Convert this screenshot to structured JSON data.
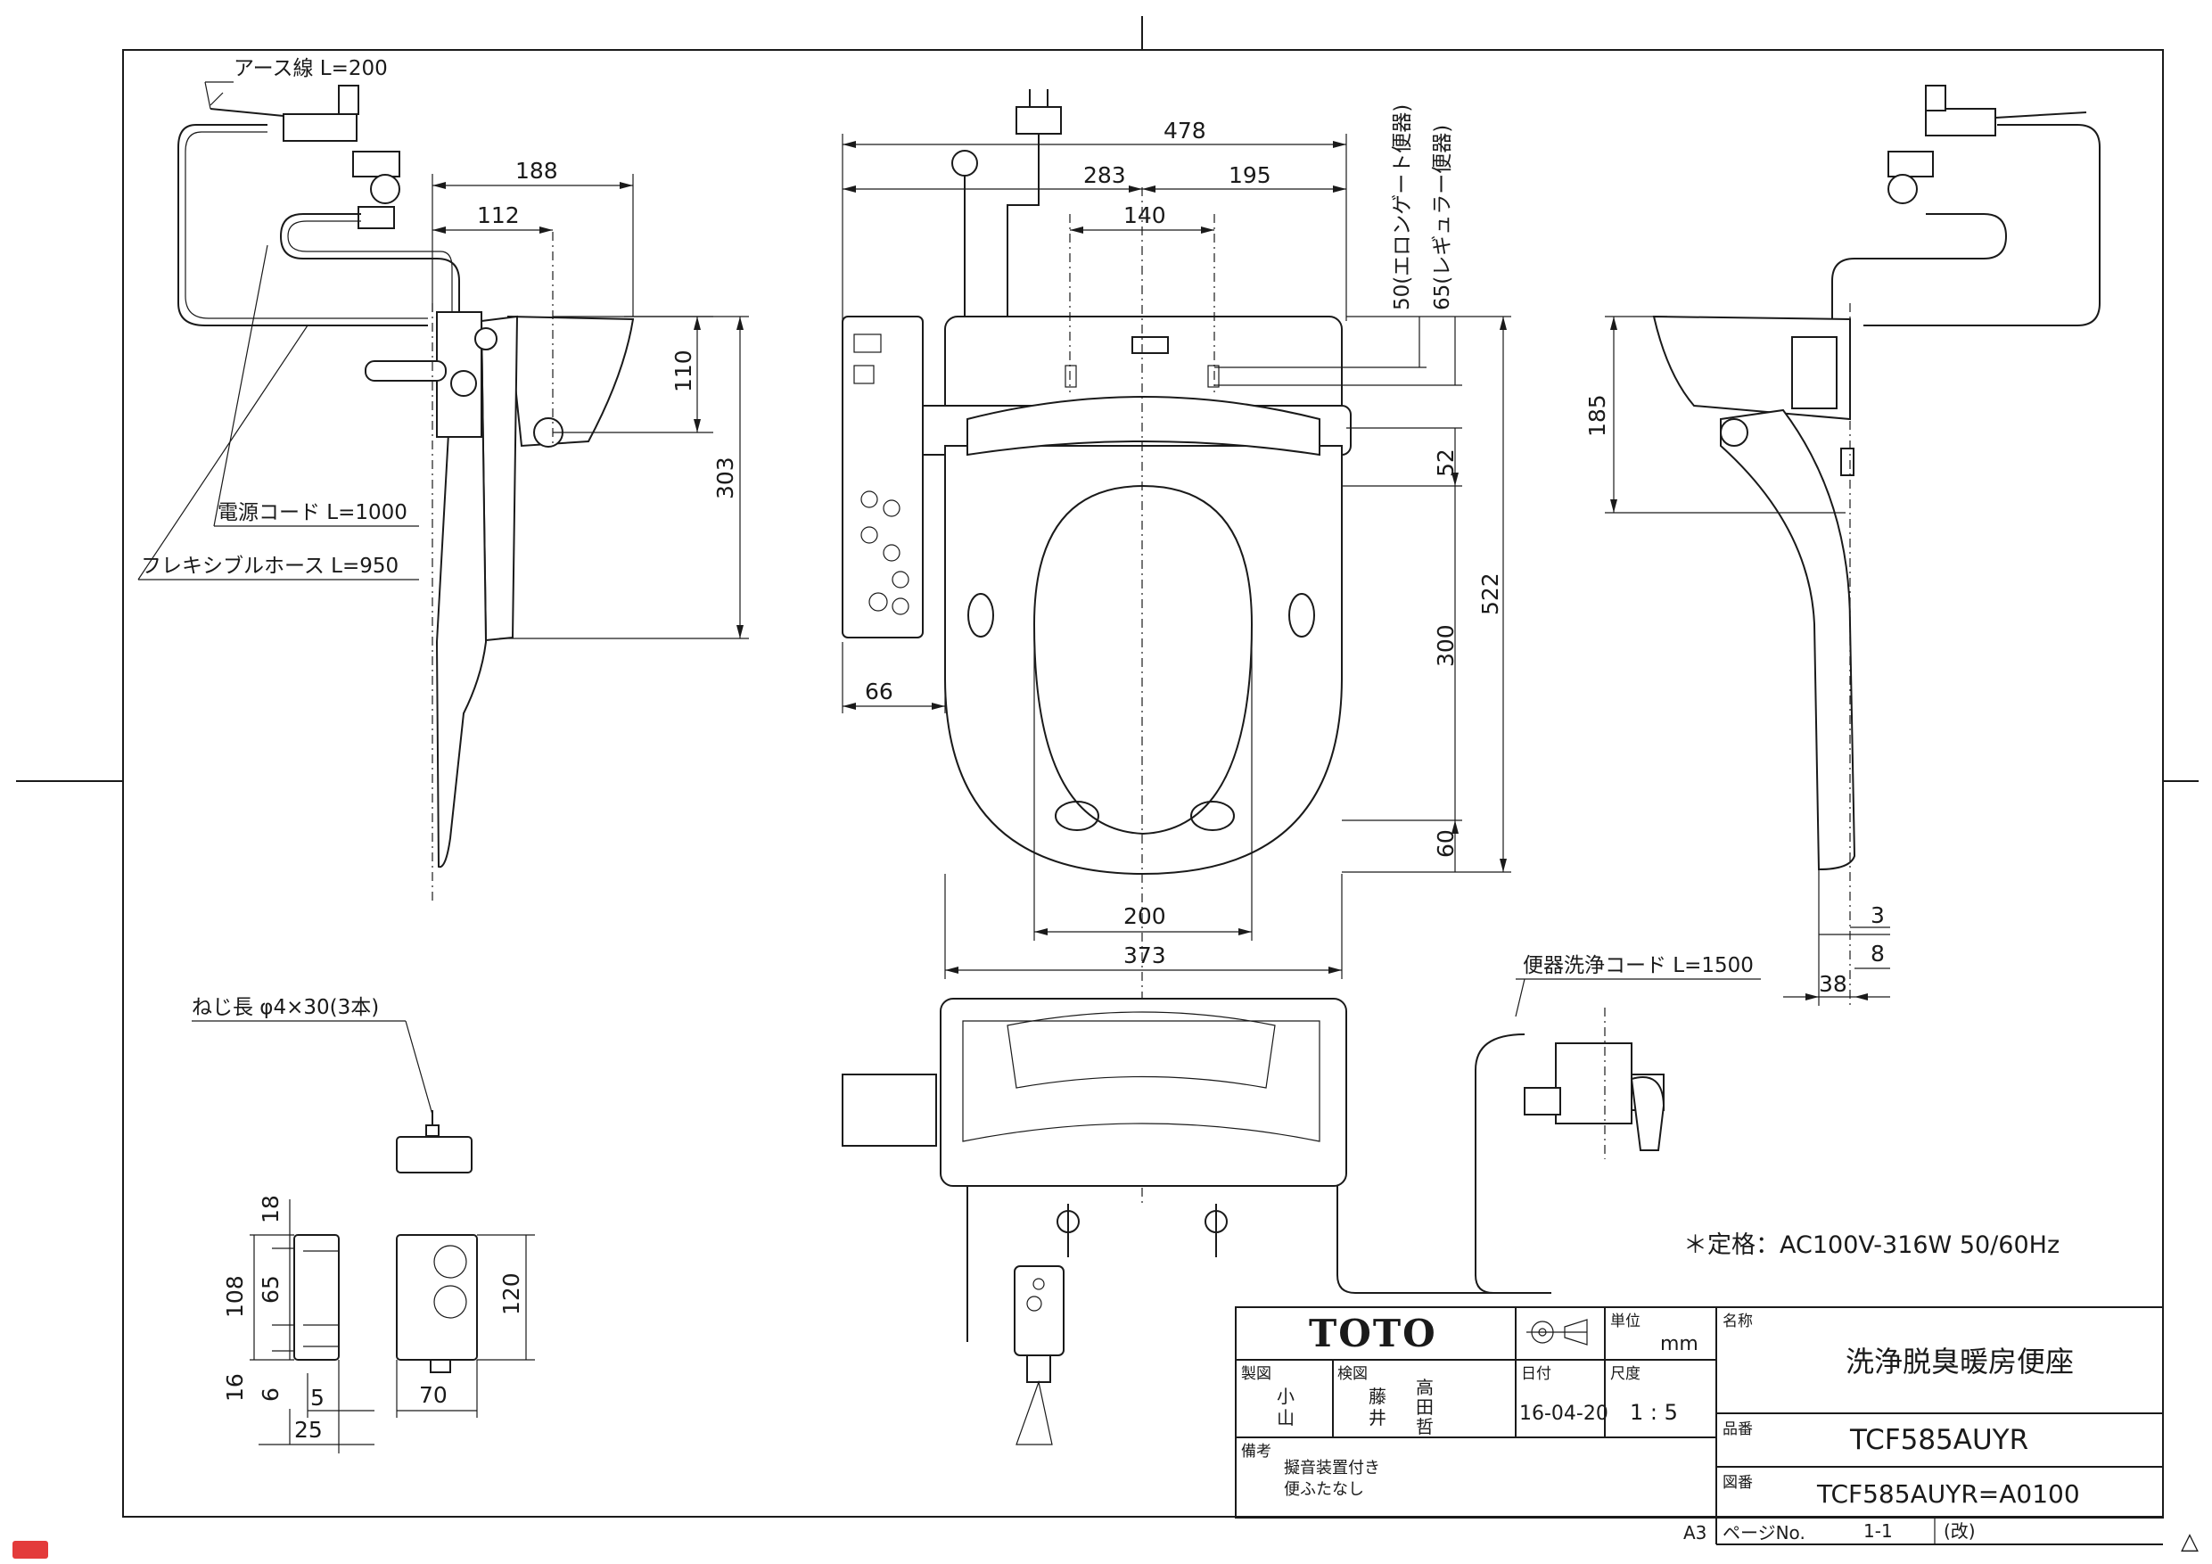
{
  "side_view_left": {
    "earth_wire": "アース線 L=200",
    "power_cord": "電源コード L=1000",
    "flex_hose": "フレキシブルホース L=950",
    "dims": {
      "d188": "188",
      "d112": "112",
      "d110": "110",
      "d303": "303"
    }
  },
  "front_view": {
    "dims": {
      "d478": "478",
      "d283": "283",
      "d195": "195",
      "d140": "140",
      "d66": "66",
      "d200": "200",
      "d373": "373",
      "d52": "52",
      "d300": "300",
      "d522": "522",
      "d60": "60",
      "elongate": "50(エロンゲート便器)",
      "regular": "65(レギュラー便器)"
    }
  },
  "side_view_right": {
    "dims": {
      "d185": "185",
      "d3": "3",
      "d8": "8",
      "d38": "38"
    }
  },
  "screw_label": "ねじ長 φ4×30(3本)",
  "flush_cord": "便器洗浄コード L=1500",
  "remote_dims": {
    "d18": "18",
    "d108": "108",
    "d65": "65",
    "d16": "16",
    "d6": "6",
    "d5": "5",
    "d25": "25",
    "d120": "120",
    "d70": "70"
  },
  "rating": "＊定格：AC100V-316W 50/60Hz",
  "title_block": {
    "brand": "TOTO",
    "unit_label": "単位",
    "unit": "mm",
    "name_label": "名称",
    "name": "洗浄脱臭暖房便座",
    "drafter_label": "製図",
    "drafter_1": "小",
    "drafter_2": "山",
    "checker_label": "検図",
    "checker_a1": "藤",
    "checker_a2": "井",
    "checker_b1": "高",
    "checker_b2": "田",
    "checker_b3": "哲",
    "date_label": "日付",
    "date": "16-04-20",
    "scale_label": "尺度",
    "scale": "1 : 5",
    "part_label": "品番",
    "part_no": "TCF585AUYR",
    "notes_label": "備考",
    "note_1": "擬音装置付き",
    "note_2": "便ふたなし",
    "drawing_label": "図番",
    "drawing_no": "TCF585AUYR=A0100",
    "paper": "A3",
    "page_label": "ページNo.",
    "page": "1-1",
    "rev": "(改)"
  },
  "corner_mark": "△"
}
